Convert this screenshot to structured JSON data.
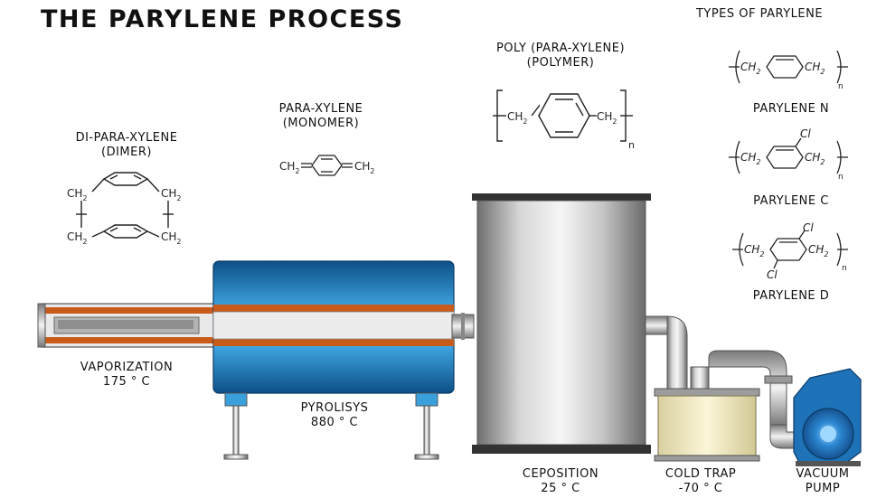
{
  "title": "THE PARYLENE PROCESS",
  "types_heading": "TYPES OF PARYLENE",
  "dimer": {
    "line1": "DI-PARA-XYLENE",
    "line2": "(DIMER)"
  },
  "monomer": {
    "line1": "PARA-XYLENE",
    "line2": "(MONOMER)"
  },
  "polymer": {
    "line1": "POLY (PARA-XYLENE)",
    "line2": "(POLYMER)"
  },
  "types": [
    {
      "name": "PARYLENE N"
    },
    {
      "name": "PARYLENE C",
      "substituent": "Cl"
    },
    {
      "name": "PARYLENE D",
      "substituent": "Cl"
    }
  ],
  "stages": [
    {
      "name": "VAPORIZATION",
      "temp": "175 ° C"
    },
    {
      "name": "PYROLISYS",
      "temp": "880 ° C"
    },
    {
      "name": "CEPOSITION",
      "temp": "25 ° C"
    },
    {
      "name": "COLD TRAP",
      "temp": "-70 ° C"
    },
    {
      "name": "VACUUM",
      "temp": "PUMP"
    }
  ],
  "formula": {
    "ch2": "CH",
    "sub2": "2",
    "n": "n",
    "cl": "Cl"
  },
  "colors": {
    "tube_blue": "#2f8fcf",
    "heater_orange": "#c85a1a",
    "steel": "#b9b9b9",
    "trap_fill": "#f3ecc3",
    "pump_blue": "#1e73b8"
  }
}
